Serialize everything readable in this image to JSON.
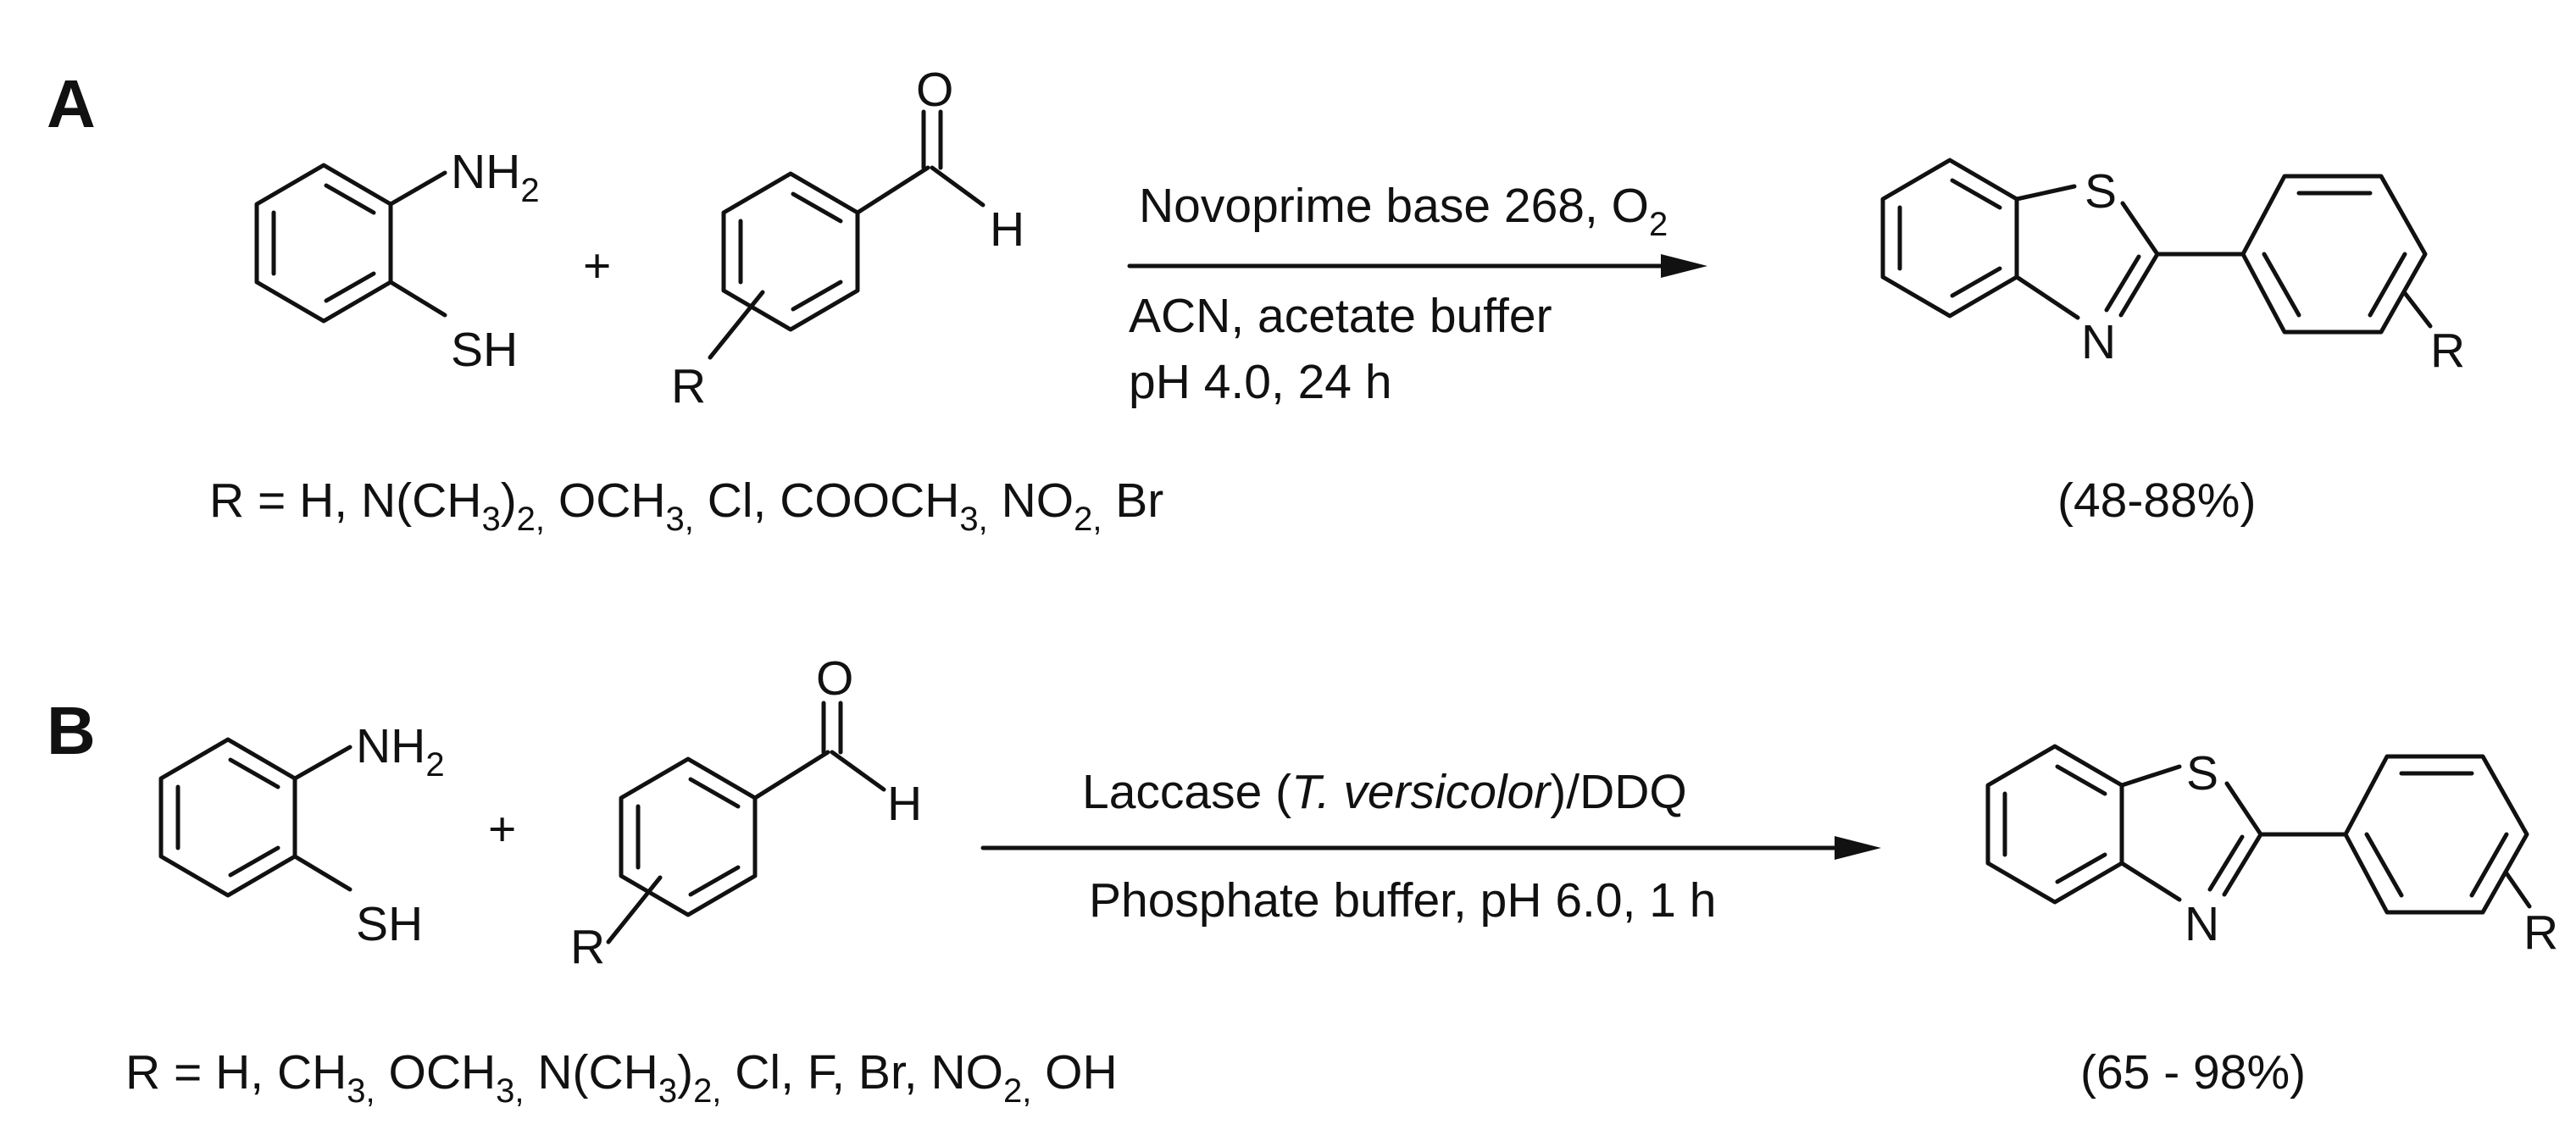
{
  "panels": [
    {
      "label": "A",
      "atoms": {
        "nh2": "NH",
        "nh2_sub": "2",
        "sh": "SH",
        "plus": "+",
        "o": "O",
        "h": "H",
        "r": "R",
        "s": "S",
        "n": "N",
        "r_prod": "R"
      },
      "conditions": {
        "line1_pre": "Novoprime base 268, O",
        "line1_sub": "2",
        "line2": "ACN, acetate buffer",
        "line3": "pH 4.0, 24 h"
      },
      "substituents": {
        "prefix": "R = H, N(CH",
        "s1": "3",
        "mid1": ")",
        "s2": "2,",
        "mid2": " OCH",
        "s3": "3,",
        "mid3": " Cl, COOCH",
        "s4": "3,",
        "mid4": " NO",
        "s5": "2,",
        "tail": " Br"
      },
      "yield": "(48-88%)"
    },
    {
      "label": "B",
      "atoms": {
        "nh2": "NH",
        "nh2_sub": "2",
        "sh": "SH",
        "plus": "+",
        "o": "O",
        "h": "H",
        "r": "R",
        "s": "S",
        "n": "N",
        "r_prod": "R"
      },
      "conditions": {
        "line1_pre": "Laccase (",
        "line1_italic": "T. versicolor",
        "line1_post": ")/DDQ",
        "line2": "Phosphate buffer, pH 6.0, 1 h"
      },
      "substituents": {
        "prefix": "R = H, CH",
        "s1": "3,",
        "mid1": " OCH",
        "s2": "3,",
        "mid2": " N(CH",
        "s3": "3",
        "mid3": ")",
        "s4": "2,",
        "mid4": " Cl, F, Br, NO",
        "s5": "2,",
        "tail": " OH"
      },
      "yield": "(65 - 98%)"
    }
  ]
}
